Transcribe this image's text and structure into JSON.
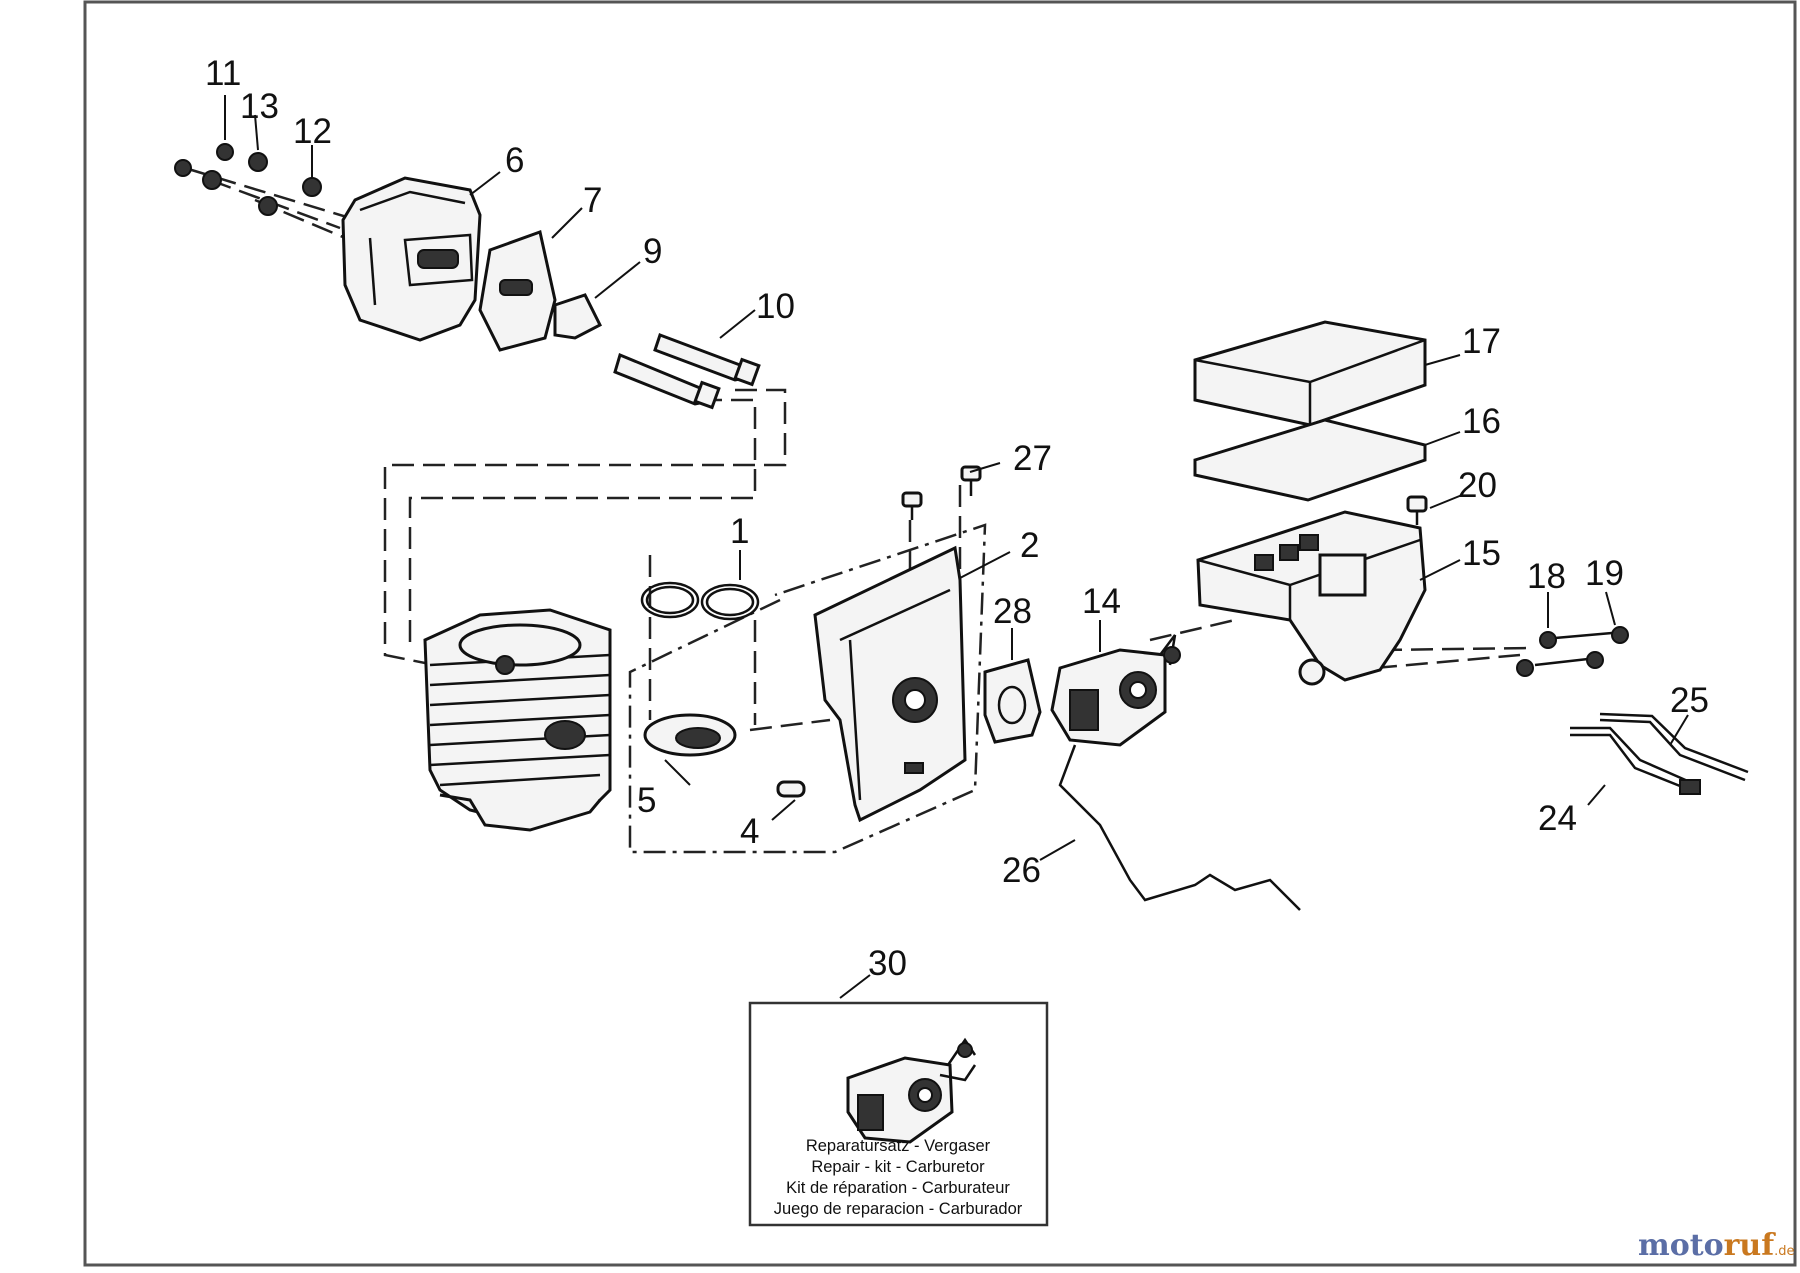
{
  "diagram": {
    "callouts": {
      "n1": "1",
      "n2": "2",
      "n4": "4",
      "n5": "5",
      "n6": "6",
      "n7": "7",
      "n9": "9",
      "n10": "10",
      "n11": "11",
      "n12": "12",
      "n13": "13",
      "n14": "14",
      "n15": "15",
      "n16": "16",
      "n17": "17",
      "n18": "18",
      "n19": "19",
      "n20": "20",
      "n24": "24",
      "n25": "25",
      "n26": "26",
      "n27": "27",
      "n28": "28",
      "n30": "30"
    },
    "kit_box": {
      "line1": "Reparatursatz - Vergaser",
      "line2": "Repair - kit - Carburetor",
      "line3": "Kit de réparation - Carburateur",
      "line4": "Juego de reparacion - Carburador"
    },
    "watermark": {
      "part1": "moto",
      "part2": "ruf",
      "suffix": ".de"
    }
  }
}
